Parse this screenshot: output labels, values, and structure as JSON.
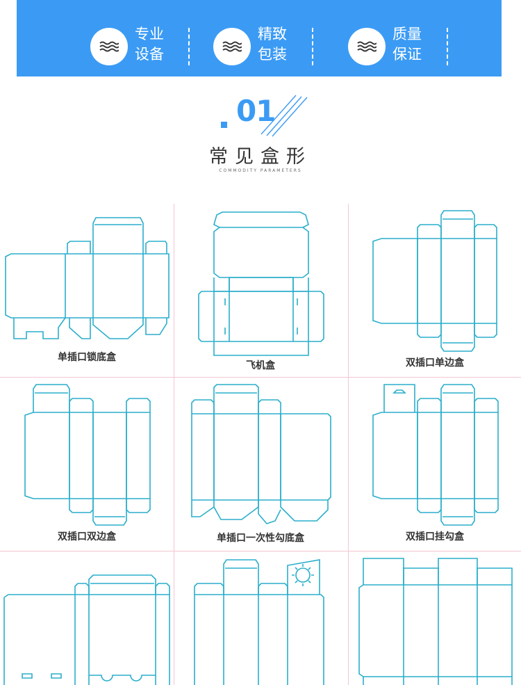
{
  "banner": {
    "features": [
      {
        "line1": "专业",
        "line2": "设备",
        "icon": "wave-icon"
      },
      {
        "line1": "精致",
        "line2": "包装",
        "icon": "wave-icon"
      },
      {
        "line1": "质量",
        "line2": "保证",
        "icon": "wave-icon"
      }
    ]
  },
  "section": {
    "number": "01",
    "title": "常见盒形",
    "subtitle": "COMMODITY PARAMETERS"
  },
  "boxes": [
    {
      "label": "单插口锁底盒"
    },
    {
      "label": "飞机盒"
    },
    {
      "label": "双插口单边盒"
    },
    {
      "label": "双插口双边盒"
    },
    {
      "label": "单插口一次性勾底盒"
    },
    {
      "label": "双插口挂勾盒"
    },
    {
      "label": ""
    },
    {
      "label": ""
    },
    {
      "label": ""
    }
  ],
  "colors": {
    "accent": "#3b9bf4",
    "dieline": "#2aaecb",
    "grid": "#f2c6d3"
  }
}
